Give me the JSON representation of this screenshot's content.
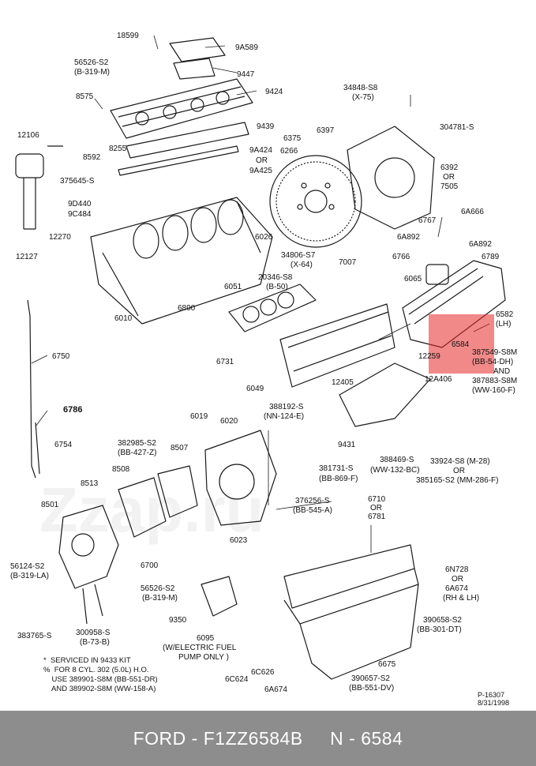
{
  "labels": {
    "l18599": "18599",
    "l9a589": "9A589",
    "l56526a": "56526-S2",
    "l56526a2": "(B-319-M)",
    "l9447": "9447",
    "l9424": "9424",
    "l34848": "34848-S8",
    "l34848b": "(X-75)",
    "l8575": "8575",
    "l304781": "304781-S",
    "l9439": "9439",
    "l12106": "12106",
    "l8255": "8255",
    "l8592": "8592",
    "l6375": "6375",
    "l6397": "6397",
    "l9a424": "9A424",
    "lor1": "OR",
    "l9a425": "9A425",
    "l6266": "6266",
    "l375645": "375645-S",
    "l6392": "6392",
    "lor2": "OR",
    "l7505": "7505",
    "l9d440": "9D440",
    "l9c484": "9C484",
    "l6a666": "6A666",
    "l6767": "6767",
    "l12270": "12270",
    "l6a892a": "6A892",
    "l6a892b": "6A892",
    "l6026": "6026",
    "l34806": "34806-S7",
    "l34806b": "(X-64)",
    "l12127": "12127",
    "l6766": "6766",
    "l6789": "6789",
    "l7007": "7007",
    "l20346": "20346-S8",
    "l20346b": "(B-50)",
    "l6065": "6065",
    "l6051": "6051",
    "l6890": "6890",
    "l6582": "6582",
    "l6582b": "(LH)",
    "l6010": "6010",
    "l6584": "6584",
    "l387549": "387549-S8M",
    "l387549b": "(BB-54-DH)",
    "land": "AND",
    "l387883": "387883-S8M",
    "l387883b": "(WW-160-F)",
    "l6750": "6750",
    "l12259": "12259",
    "l6731": "6731",
    "l12405": "12405",
    "l12a406": "12A406",
    "l6049": "6049",
    "l6786": "6786",
    "l388192": "388192-S",
    "l388192b": "(NN-124-E)",
    "l6019": "6019",
    "l6020": "6020",
    "l9431": "9431",
    "l6754": "6754",
    "l382985": "382985-S2",
    "l382985b": "(BB-427-Z)",
    "l8507": "8507",
    "l381731": "381731-S",
    "l381731b": "(BB-869-F)",
    "l388469": "388469-S",
    "l388469b": "(WW-132-BC)",
    "l33924": "33924-S8 (M-28)",
    "lor3": "OR",
    "l385165": "385165-S2 (MM-286-F)",
    "l8508": "8508",
    "l8513": "8513",
    "l376256": "376256-S",
    "l376256b": "(BB-545-A)",
    "l6710": "6710",
    "lor4": "OR",
    "l6781": "6781",
    "l8501": "8501",
    "l6023": "6023",
    "l6n728": "6N728",
    "lor5": "OR",
    "l6a674a": "6A674",
    "lrhlh": "(RH & LH)",
    "l56124": "56124-S2",
    "l56124b": "(B-319-LA)",
    "l6700": "6700",
    "l56526b": "56526-S2",
    "l56526b2": "(B-319-M)",
    "l390658": "390658-S2",
    "l390658b": "(BB-301-DT)",
    "l9350": "9350",
    "l383765": "383765-S",
    "l300958": "300958-S",
    "l300958b": "(B-73-B)",
    "l6095": "6095",
    "l6095b": "(W/ELECTRIC FUEL",
    "l6095c": "PUMP ONLY )",
    "l6675": "6675",
    "l6c624": "6C624",
    "l6c626": "6C626",
    "l6a674b": "6A674",
    "l390657": "390657-S2",
    "l390657b": "(BB-551-DV)"
  },
  "notes": {
    "n1": "*  SERVICED IN 9433 KIT",
    "n2": "%  FOR 8 CYL. 302 (5.0L) H.O.",
    "n3": "    USE 389901-S8M (BB-551-DR)",
    "n4": "    AND 389902-S8M (WW-158-A)"
  },
  "drawing_ref": {
    "id": "P-16307",
    "date": "8/31/1998"
  },
  "watermark": "Zzap.ru",
  "footer": {
    "brand": "FORD",
    "sep1": " - ",
    "part_number": "F1ZZ6584B",
    "gap": "     ",
    "code_prefix": "N - ",
    "code": "6584"
  },
  "colors": {
    "highlight": "#e62828",
    "footer_bg": "#8d8d8d"
  }
}
